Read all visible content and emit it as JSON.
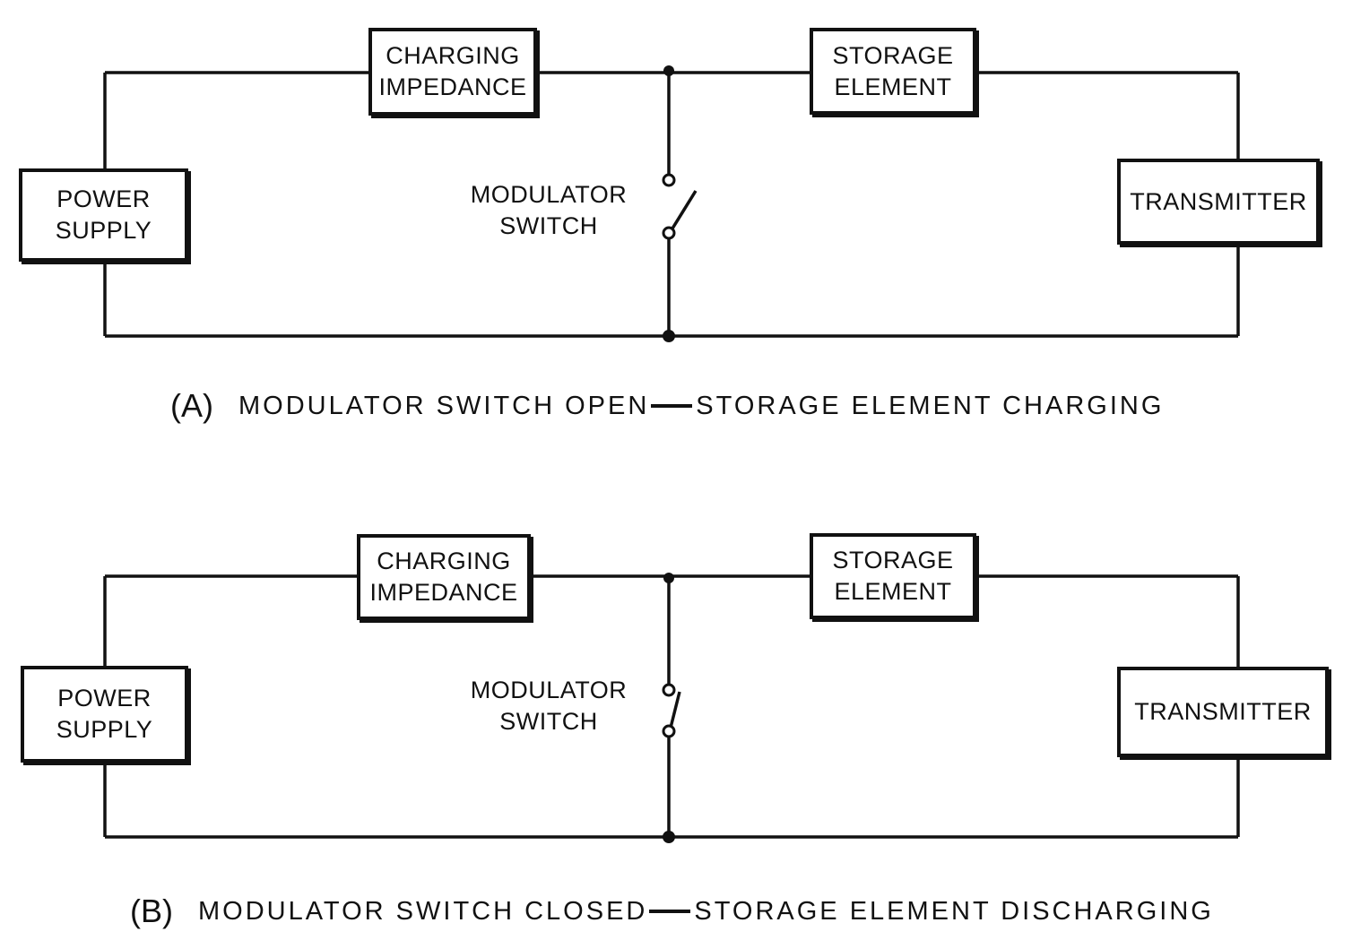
{
  "panel_a": {
    "blocks": {
      "power_supply": [
        "POWER",
        "SUPPLY"
      ],
      "charging_impedance": [
        "CHARGING",
        "IMPEDANCE"
      ],
      "storage_element": [
        "STORAGE",
        "ELEMENT"
      ],
      "transmitter": [
        "TRANSMITTER"
      ]
    },
    "switch_label": [
      "MODULATOR",
      "SWITCH"
    ],
    "switch_state": "open",
    "caption": {
      "letter": "(A)",
      "left": "MODULATOR SWITCH OPEN",
      "right": "STORAGE ELEMENT CHARGING"
    }
  },
  "panel_b": {
    "blocks": {
      "power_supply": [
        "POWER",
        "SUPPLY"
      ],
      "charging_impedance": [
        "CHARGING",
        "IMPEDANCE"
      ],
      "storage_element": [
        "STORAGE",
        "ELEMENT"
      ],
      "transmitter": [
        "TRANSMITTER"
      ]
    },
    "switch_label": [
      "MODULATOR",
      "SWITCH"
    ],
    "switch_state": "closed",
    "caption": {
      "letter": "(B)",
      "left": "MODULATOR SWITCH CLOSED",
      "right": "STORAGE ELEMENT DISCHARGING"
    }
  }
}
